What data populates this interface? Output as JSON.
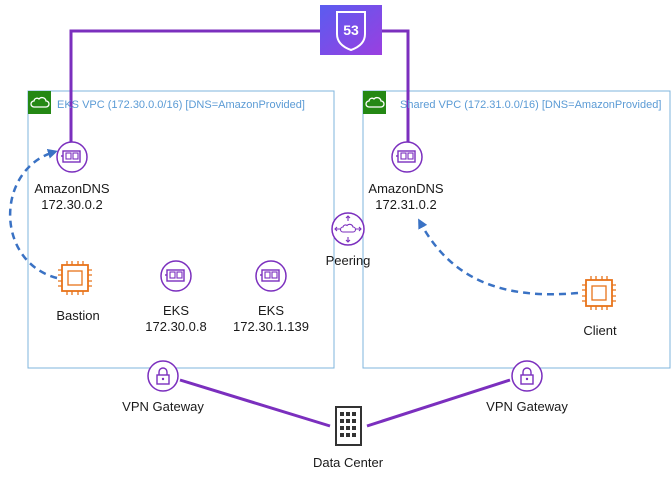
{
  "route53": {
    "label": "53"
  },
  "vpcs": {
    "eks": {
      "title": "EKS VPC (172.30.0.0/16) [DNS=AmazonProvided]"
    },
    "shared": {
      "title": "Shared VPC (172.31.0.0/16) [DNS=AmazonProvided]"
    }
  },
  "nodes": {
    "eks_dns": {
      "name": "AmazonDNS",
      "ip": "172.30.0.2"
    },
    "shared_dns": {
      "name": "AmazonDNS",
      "ip": "172.31.0.2"
    },
    "bastion": {
      "name": "Bastion"
    },
    "eks1": {
      "name": "EKS",
      "ip": "172.30.0.8"
    },
    "eks2": {
      "name": "EKS",
      "ip": "172.30.1.139"
    },
    "peering": {
      "name": "Peering"
    },
    "client": {
      "name": "Client"
    },
    "vpn_left": {
      "name": "VPN Gateway"
    },
    "vpn_right": {
      "name": "VPN Gateway"
    },
    "datacenter": {
      "name": "Data Center"
    }
  },
  "colors": {
    "purple": "#7b2fbe",
    "vpc_border": "#7fb5dc",
    "vpc_text": "#5b9bd5",
    "cloud_green": "#248814",
    "compute_orange": "#e8731a",
    "dashed_blue": "#3a72c4"
  }
}
